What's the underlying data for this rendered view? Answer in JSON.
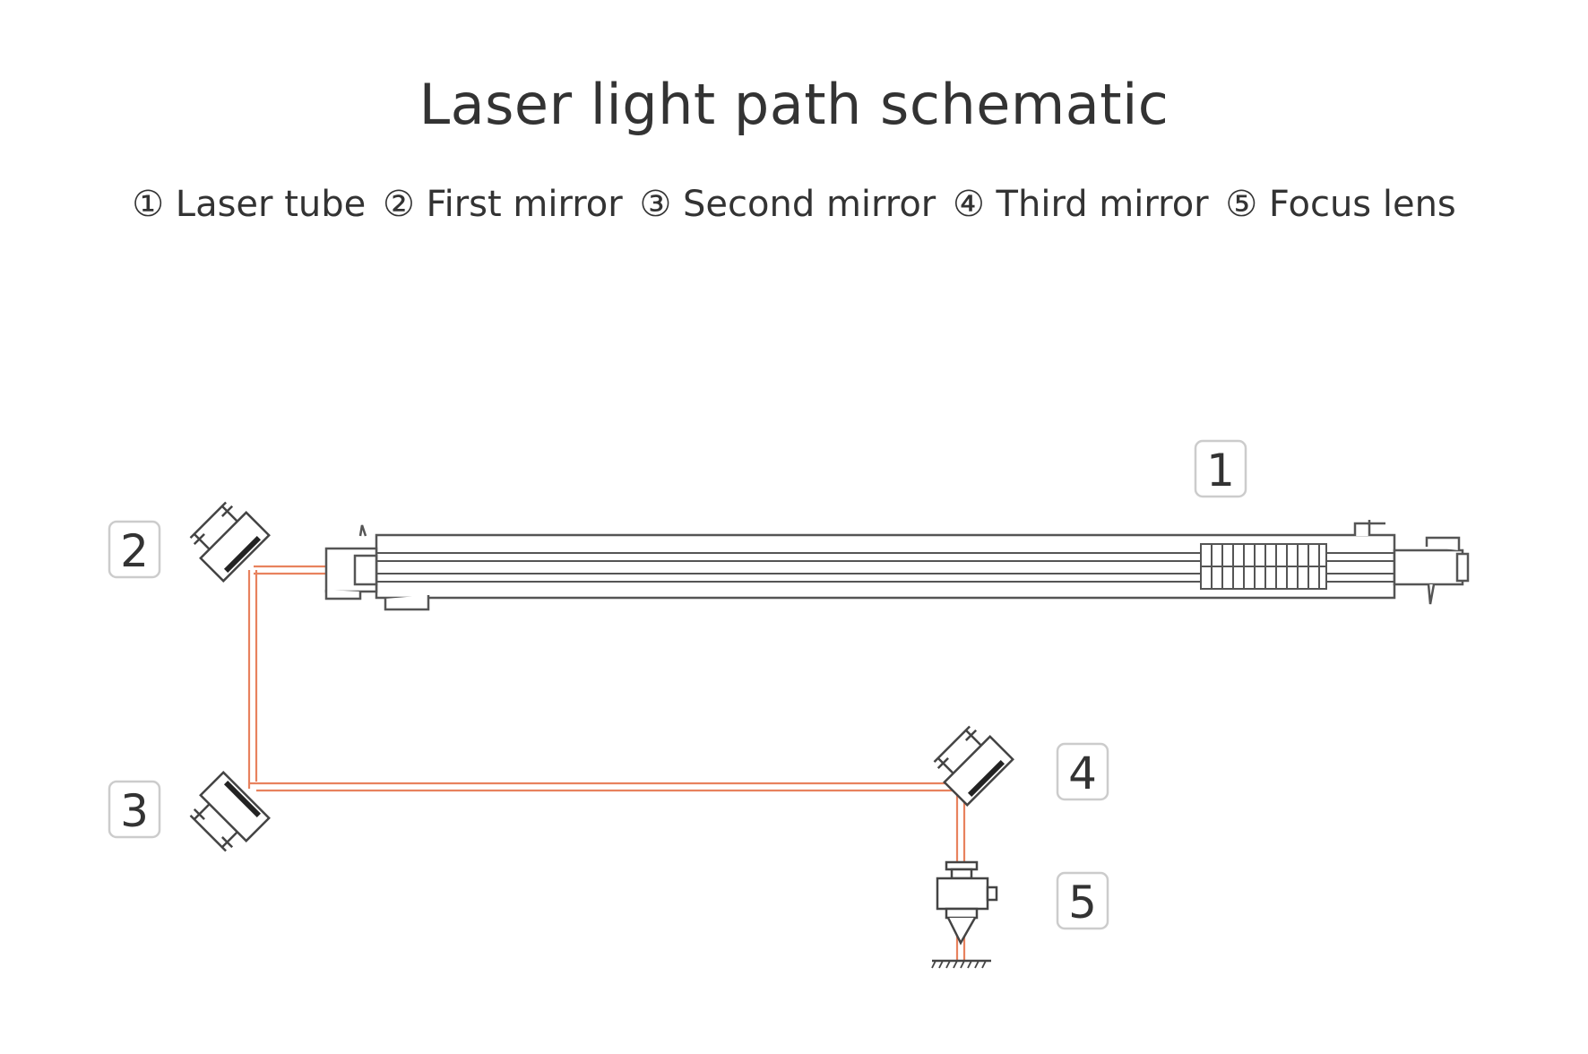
{
  "title": "Laser light path schematic",
  "legend": [
    "① Laser tube",
    "② First mirror",
    "③ Second mirror",
    "④ Third mirror",
    "⑤ Focus lens"
  ],
  "tags": [
    "1",
    "2",
    "3",
    "4",
    "5"
  ],
  "colors": {
    "beam": "#e8825e",
    "outline": "#444444",
    "tag_border": "#cccccc"
  }
}
